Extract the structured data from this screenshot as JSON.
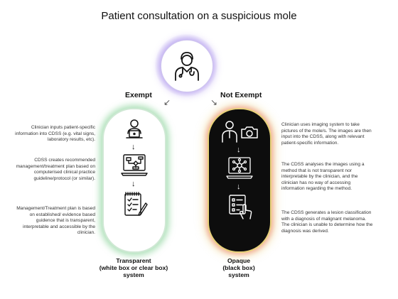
{
  "title": "Patient consultation on a suspicious mole",
  "branches": {
    "exempt": {
      "label": "Exempt",
      "caption_line1": "Transparent",
      "caption_line2": "(white box or clear box)",
      "caption_line3": "system",
      "steps": [
        "Clinician inputs patient-specific information into CDSS (e.g. vital signs, laboratory results, etc).",
        "CDSS creates recommended management/treatment plan based on computerised clinical practice guideline/protocol (or similar).",
        "Management/Treatment plan is based on established/ evidence based guidence that is transparent, interpretable and accessible by the clinician."
      ]
    },
    "not_exempt": {
      "label": "Not Exempt",
      "caption_line1": "Opaque",
      "caption_line2": "(black box)",
      "caption_line3": "system",
      "steps": [
        "Clinician uses imaging system to take pictures of the mole/s. The images are then input into the CDSS, along with relevant patient-specific information.",
        "The CDSS analyses the images using a method that is not transparent nor interpretable by the clinician, and the clinician has no way of accessing information regarding the method.",
        "The CDSS generates a lesion classification with a diagnosis of malignant melanoma. The clinician is unable to determine how the diagnosis was derived."
      ]
    }
  },
  "icons": [
    "doctor-icon",
    "laptop-user-icon",
    "flowchart-laptop-icon",
    "clipboard-checklist-icon",
    "camera-icon",
    "neural-network-laptop-icon",
    "touch-checklist-icon"
  ]
}
